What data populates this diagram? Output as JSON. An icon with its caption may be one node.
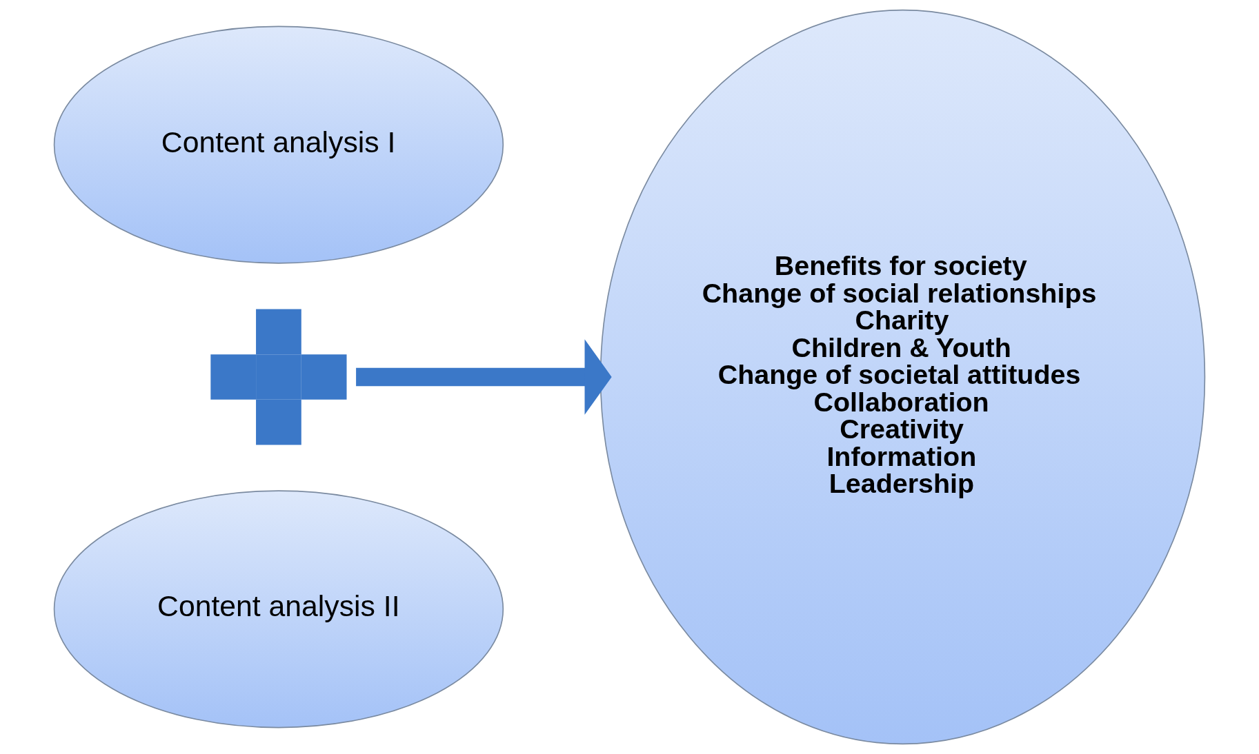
{
  "diagram": {
    "nodes": [
      {
        "text": [
          "Content analysis I"
        ]
      },
      {
        "text": [],
        "shape": "cross"
      },
      {
        "text": [
          "Content analysis II"
        ]
      },
      {
        "text": [
          "Benefits for society",
          "Change of social relationships",
          "Charity",
          "Children & Youth",
          "Change of societal attitudes",
          "Collaboration",
          "Creativity",
          "Information",
          "Leadership"
        ]
      }
    ],
    "edges": [
      {
        "from": 1,
        "to": 3,
        "arrow": "to"
      }
    ]
  }
}
